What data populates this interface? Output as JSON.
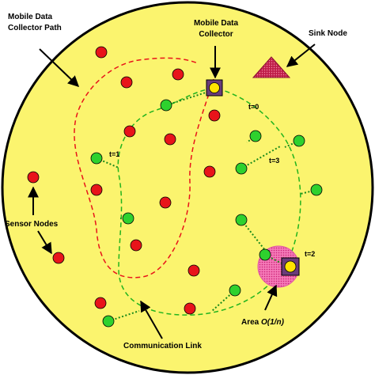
{
  "labels": {
    "mdc_path_line1": "Mobile Data",
    "mdc_path_line2": "Collector Path",
    "mdc_line1": "Mobile Data",
    "mdc_line2": "Collector",
    "sink": "Sink Node",
    "sensor": "Sensor Nodes",
    "comm": "Communication Link",
    "area_prefix": "Area ",
    "area_math": "O(1/n)"
  },
  "time_labels": {
    "t0": "t=0",
    "t1": "t=1",
    "t2": "t=2",
    "t3": "t=3"
  },
  "colors": {
    "field": "#fbf46e",
    "sensor_red": "#e8141a",
    "sensor_green": "#2ed12e",
    "path_red": "#e8141a",
    "path_green": "#22b41e",
    "link_green": "#1a8a1a",
    "sink": "#cc2255",
    "area": "#f57ab8",
    "collector_box": "#6a3c7a",
    "collector_core": "#ffe400"
  }
}
